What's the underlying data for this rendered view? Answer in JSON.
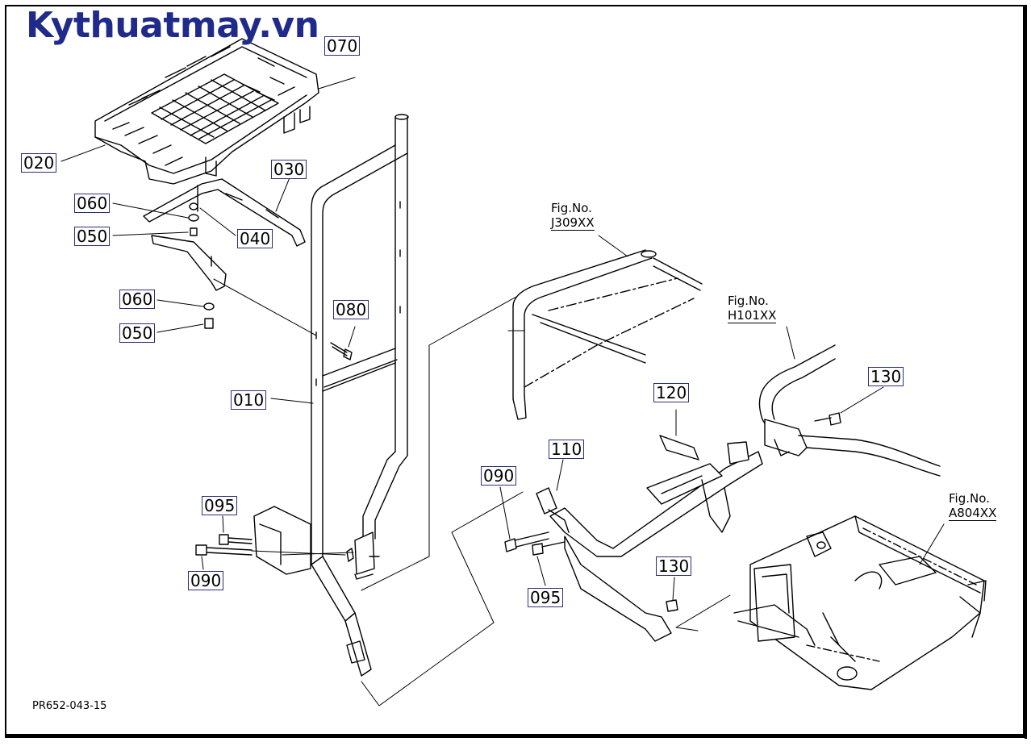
{
  "watermark": "Kythuatmay.vn",
  "drawing_number": "PR652-043-15",
  "callouts": [
    "070",
    "020",
    "030",
    "060",
    "050",
    "040",
    "060",
    "050",
    "080",
    "010",
    "095",
    "090",
    "090",
    "095",
    "110",
    "120",
    "130",
    "130"
  ],
  "figure_refs": [
    {
      "label": "Fig.No.",
      "code": "J309XX"
    },
    {
      "label": "Fig.No.",
      "code": "H101XX"
    },
    {
      "label": "Fig.No.",
      "code": "A804XX"
    }
  ],
  "colors": {
    "watermark": "#1f2a8a",
    "callout_border": "#2b2f7a",
    "line": "#000000"
  }
}
